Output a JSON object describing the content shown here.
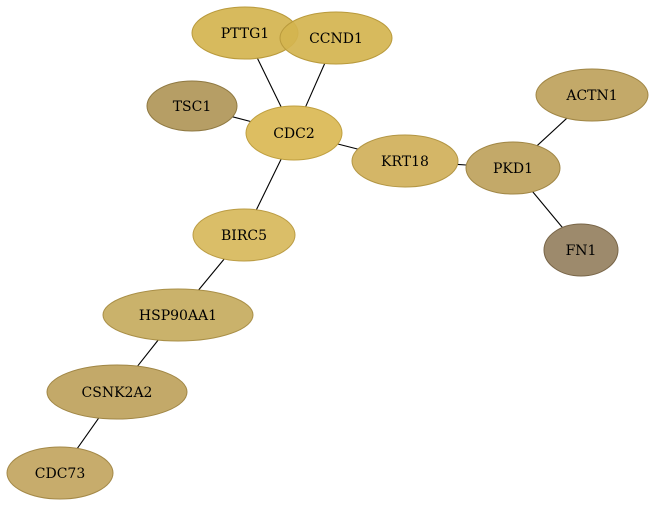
{
  "nodes": [
    {
      "id": "PTTG1",
      "label": "PTTG1",
      "fill": "#d4b44f",
      "stroke": "#b99a3c"
    },
    {
      "id": "CCND1",
      "label": "CCND1",
      "fill": "#d4b44f",
      "stroke": "#b99a3c"
    },
    {
      "id": "TSC1",
      "label": "TSC1",
      "fill": "#b09658",
      "stroke": "#8f7942"
    },
    {
      "id": "CDC2",
      "label": "CDC2",
      "fill": "#dab954",
      "stroke": "#bf9f3f"
    },
    {
      "id": "KRT18",
      "label": "KRT18",
      "fill": "#d0b05a",
      "stroke": "#b39644"
    },
    {
      "id": "ACTN1",
      "label": "ACTN1",
      "fill": "#bea25c",
      "stroke": "#a08645"
    },
    {
      "id": "PKD1",
      "label": "PKD1",
      "fill": "#bea25c",
      "stroke": "#a08645"
    },
    {
      "id": "FN1",
      "label": "FN1",
      "fill": "#958060",
      "stroke": "#786548"
    },
    {
      "id": "BIRC5",
      "label": "BIRC5",
      "fill": "#d7b85b",
      "stroke": "#bb9c44"
    },
    {
      "id": "HSP90AA1",
      "label": "HSP90AA1",
      "fill": "#c6ab5e",
      "stroke": "#a98f47"
    },
    {
      "id": "CSNK2A2",
      "label": "CSNK2A2",
      "fill": "#bea25c",
      "stroke": "#a08645"
    },
    {
      "id": "CDC73",
      "label": "CDC73",
      "fill": "#c2a55f",
      "stroke": "#a48948"
    }
  ],
  "edges": [
    {
      "source": "PTTG1",
      "target": "CDC2"
    },
    {
      "source": "CCND1",
      "target": "CDC2"
    },
    {
      "source": "TSC1",
      "target": "CDC2"
    },
    {
      "source": "CDC2",
      "target": "KRT18"
    },
    {
      "source": "CDC2",
      "target": "BIRC5"
    },
    {
      "source": "KRT18",
      "target": "PKD1"
    },
    {
      "source": "PKD1",
      "target": "ACTN1"
    },
    {
      "source": "PKD1",
      "target": "FN1"
    },
    {
      "source": "BIRC5",
      "target": "HSP90AA1"
    },
    {
      "source": "HSP90AA1",
      "target": "CSNK2A2"
    },
    {
      "source": "CSNK2A2",
      "target": "CDC73"
    }
  ]
}
